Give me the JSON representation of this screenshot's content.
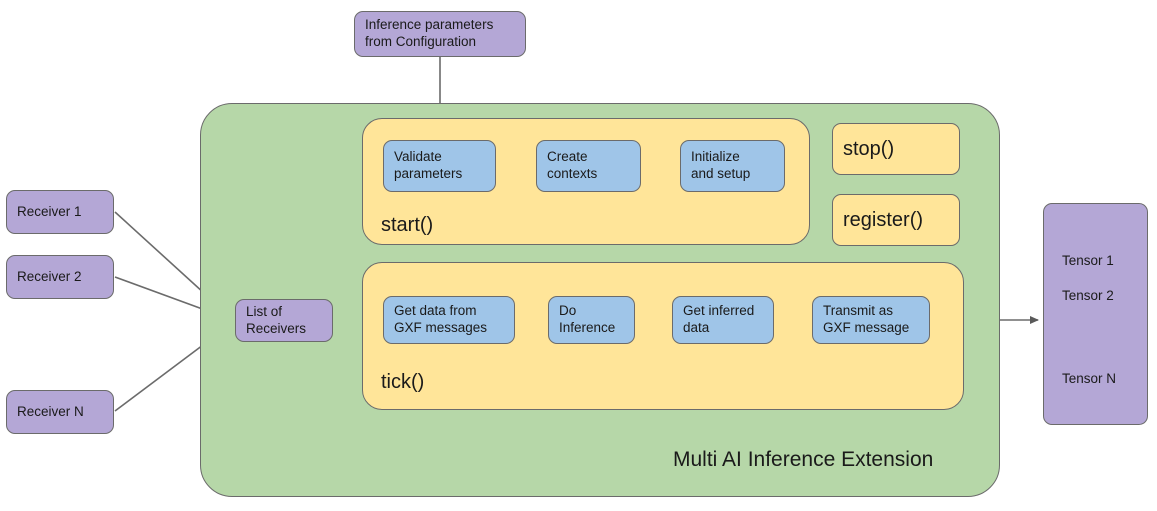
{
  "diagram": {
    "title": "Multi AI Inference Extension",
    "colors": {
      "purple": "#b4a7d6",
      "blue": "#9fc5e8",
      "yellow": "#ffe599",
      "green": "#b6d7a8",
      "stroke": "#6b6b6b",
      "text": "#1a1a1a"
    },
    "config_box": {
      "label": "Inference parameters\nfrom Configuration"
    },
    "receivers": [
      {
        "label": "Receiver 1"
      },
      {
        "label": "Receiver 2"
      },
      {
        "label": "Receiver N"
      }
    ],
    "list_of_receivers": {
      "label": "List of\nReceivers"
    },
    "start_group": {
      "label": "start()",
      "steps": [
        {
          "label": "Validate\nparameters"
        },
        {
          "label": "Create\ncontexts"
        },
        {
          "label": "Initialize\nand setup"
        }
      ]
    },
    "tick_group": {
      "label": "tick()",
      "steps": [
        {
          "label": "Get data from\nGXF messages"
        },
        {
          "label": "Do\nInference"
        },
        {
          "label": "Get inferred\ndata"
        },
        {
          "label": "Transmit as\nGXF message"
        }
      ]
    },
    "side_methods": [
      {
        "label": "stop()"
      },
      {
        "label": "register()"
      }
    ],
    "tensors": [
      {
        "label": "Tensor 1"
      },
      {
        "label": "Tensor 2"
      },
      {
        "label": "Tensor N"
      }
    ]
  }
}
